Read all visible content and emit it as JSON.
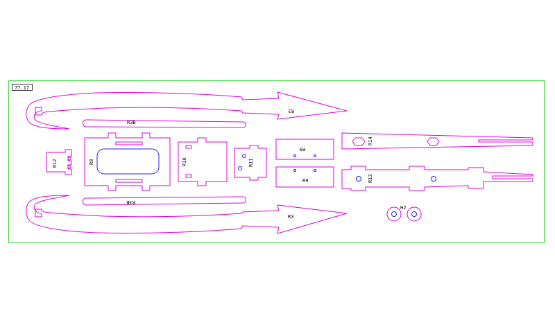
{
  "sheet": {
    "tag": "77.17",
    "colors": {
      "part": "#e000e0",
      "hole": "#2020e0",
      "frame": "#33dd33",
      "text": "#000000"
    }
  },
  "labels": {
    "r3_top": "R3",
    "r3b_top": "R3B",
    "r12": "R12",
    "r8": "R8",
    "r10": "R10",
    "r11": "R11",
    "r9_top": "R9",
    "r9_bottom": "R9",
    "r14": "R14",
    "r13": "R13",
    "r3b_bottom": "R3B",
    "r3_bottom": "R3",
    "h2": "H2"
  }
}
